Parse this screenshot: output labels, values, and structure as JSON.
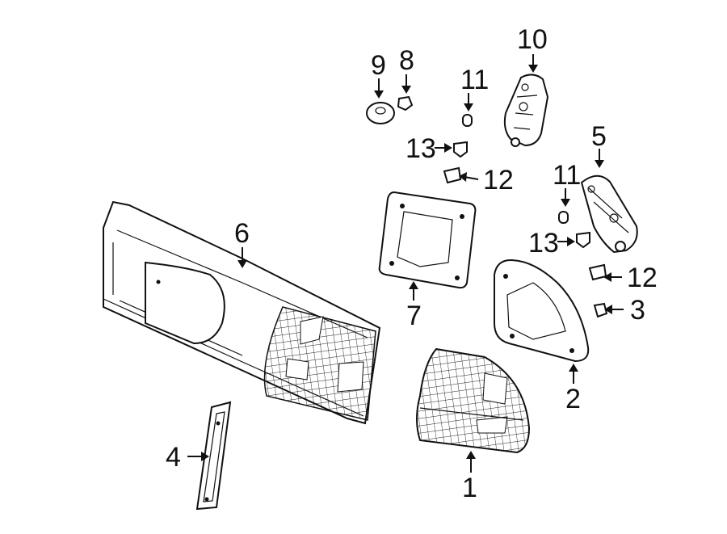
{
  "callouts": {
    "c1": "1",
    "c2": "2",
    "c3": "3",
    "c4": "4",
    "c5": "5",
    "c6": "6",
    "c7": "7",
    "c8": "8",
    "c9": "9",
    "c10": "10",
    "c11a": "11",
    "c11b": "11",
    "c12a": "12",
    "c12b": "12",
    "c13a": "13",
    "c13b": "13"
  }
}
